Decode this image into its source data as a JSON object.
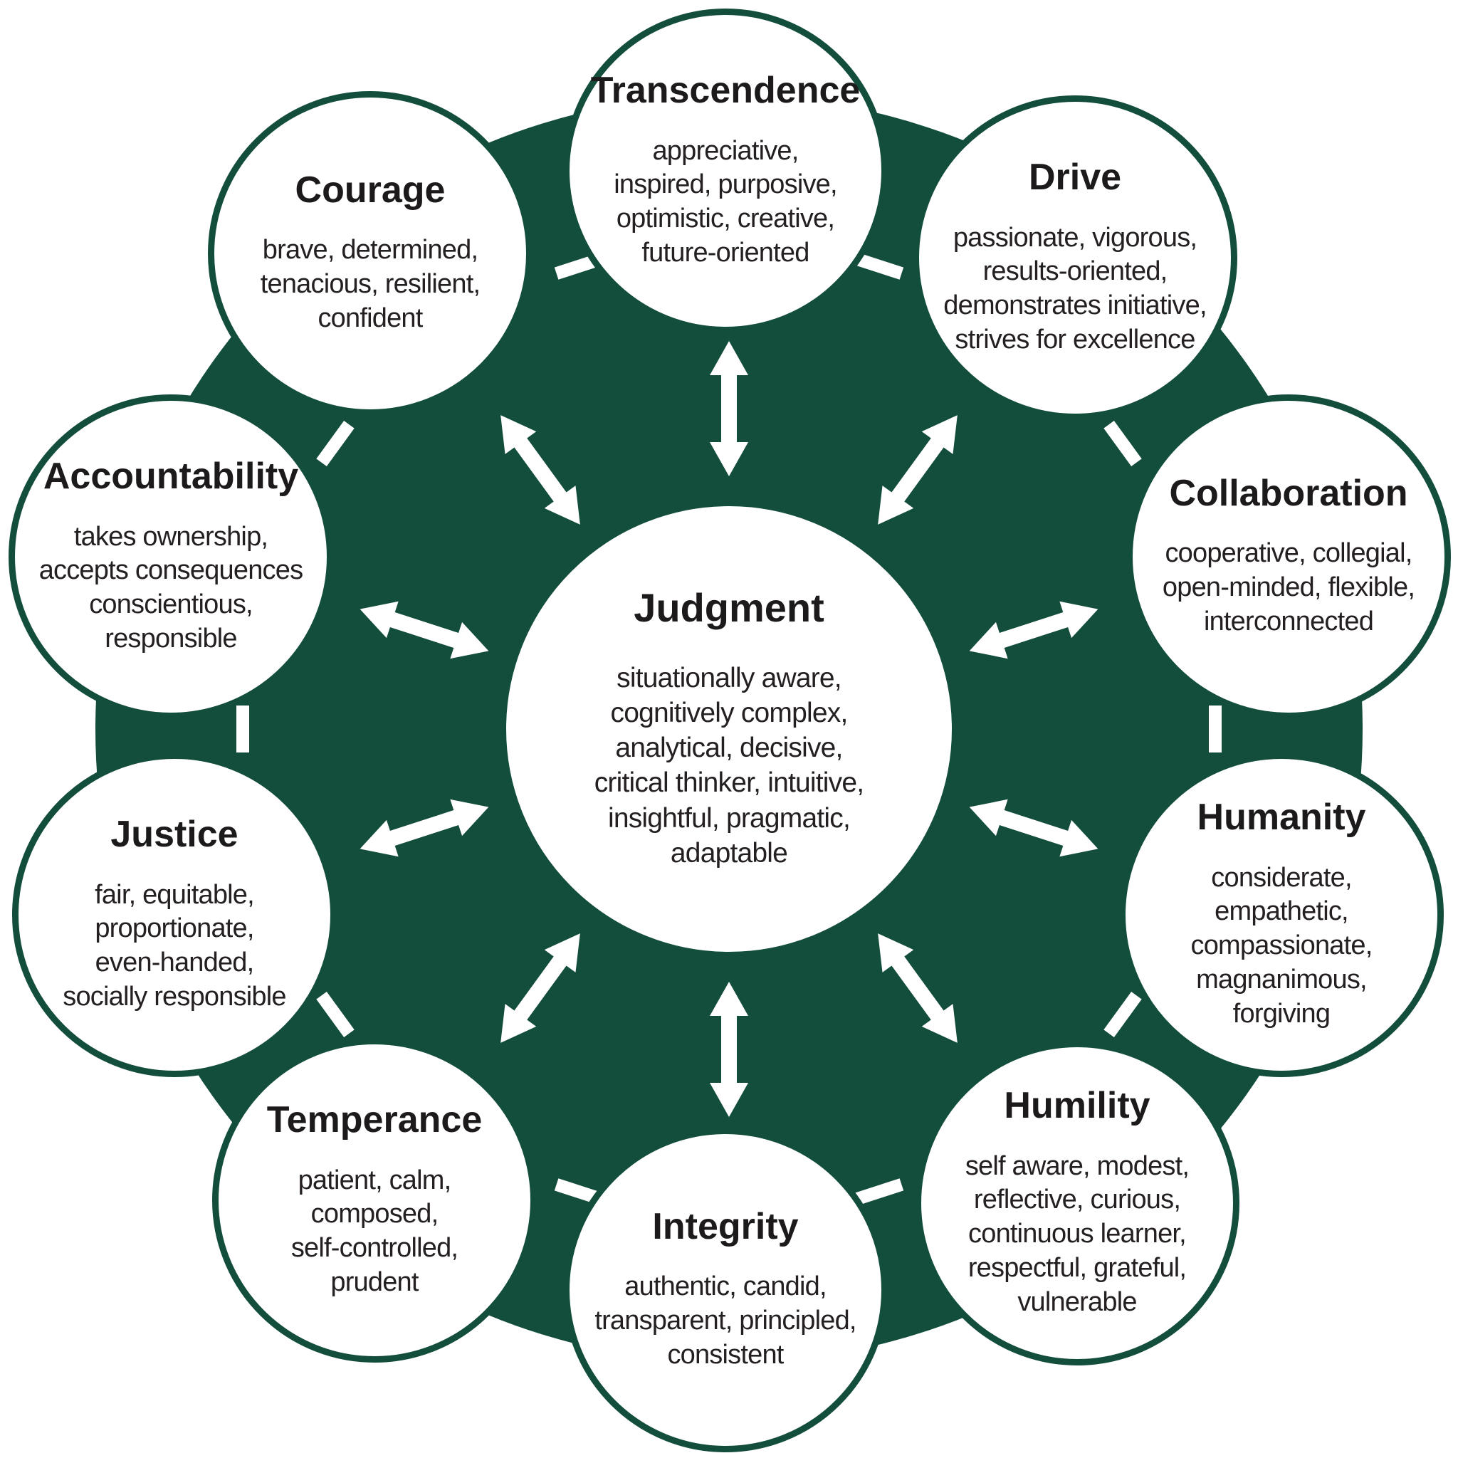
{
  "diagram": {
    "colors": {
      "ring_green": "#134d3c",
      "circle_fill": "#ffffff",
      "title_text": "#1d1a1b",
      "body_text": "#242021"
    },
    "center": {
      "title": "Judgment",
      "traits": [
        "situationally aware,",
        "cognitively complex,",
        "analytical, decisive,",
        "critical thinker, intuitive,",
        "insightful, pragmatic,",
        "adaptable"
      ]
    },
    "circles": [
      {
        "title": "Transcendence",
        "traits": [
          "appreciative,",
          "inspired, purposive,",
          "optimistic, creative,",
          "future-oriented"
        ]
      },
      {
        "title": "Drive",
        "traits": [
          "passionate, vigorous,",
          "results-oriented,",
          "demonstrates initiative,",
          "strives for excellence"
        ]
      },
      {
        "title": "Collaboration",
        "traits": [
          "cooperative, collegial,",
          "open-minded, flexible,",
          "interconnected"
        ]
      },
      {
        "title": "Humanity",
        "traits": [
          "considerate,",
          "empathetic,",
          "compassionate,",
          "magnanimous,",
          "forgiving"
        ]
      },
      {
        "title": "Humility",
        "traits": [
          "self aware, modest,",
          "reflective, curious,",
          "continuous learner,",
          "respectful, grateful,",
          "vulnerable"
        ]
      },
      {
        "title": "Integrity",
        "traits": [
          "authentic, candid,",
          "transparent, principled,",
          "consistent"
        ]
      },
      {
        "title": "Temperance",
        "traits": [
          "patient, calm,",
          "composed,",
          "self-controlled,",
          "prudent"
        ]
      },
      {
        "title": "Justice",
        "traits": [
          "fair, equitable,",
          "proportionate,",
          "even-handed,",
          "socially responsible"
        ]
      },
      {
        "title": "Accountability",
        "traits": [
          "takes ownership,",
          "accepts consequences",
          "conscientious,",
          "responsible"
        ]
      },
      {
        "title": "Courage",
        "traits": [
          "brave, determined,",
          "tenacious, resilient,",
          "confident"
        ]
      }
    ]
  }
}
